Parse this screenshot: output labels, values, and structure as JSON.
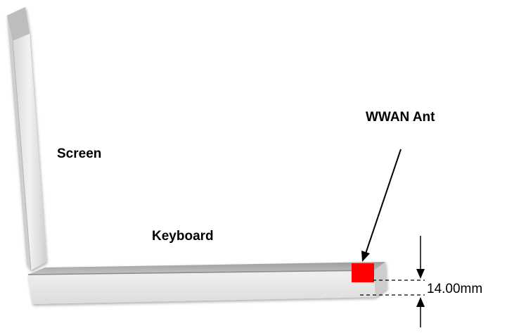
{
  "labels": {
    "screen": "Screen",
    "keyboard": "Keyboard",
    "antenna": "WWAN Ant",
    "dimension": "14.00mm"
  },
  "colors": {
    "antenna": "#ff0000",
    "panel_face": "#e4e4e4",
    "panel_edge": "#a9a9a9",
    "panel_top": "#c8c8c8"
  }
}
